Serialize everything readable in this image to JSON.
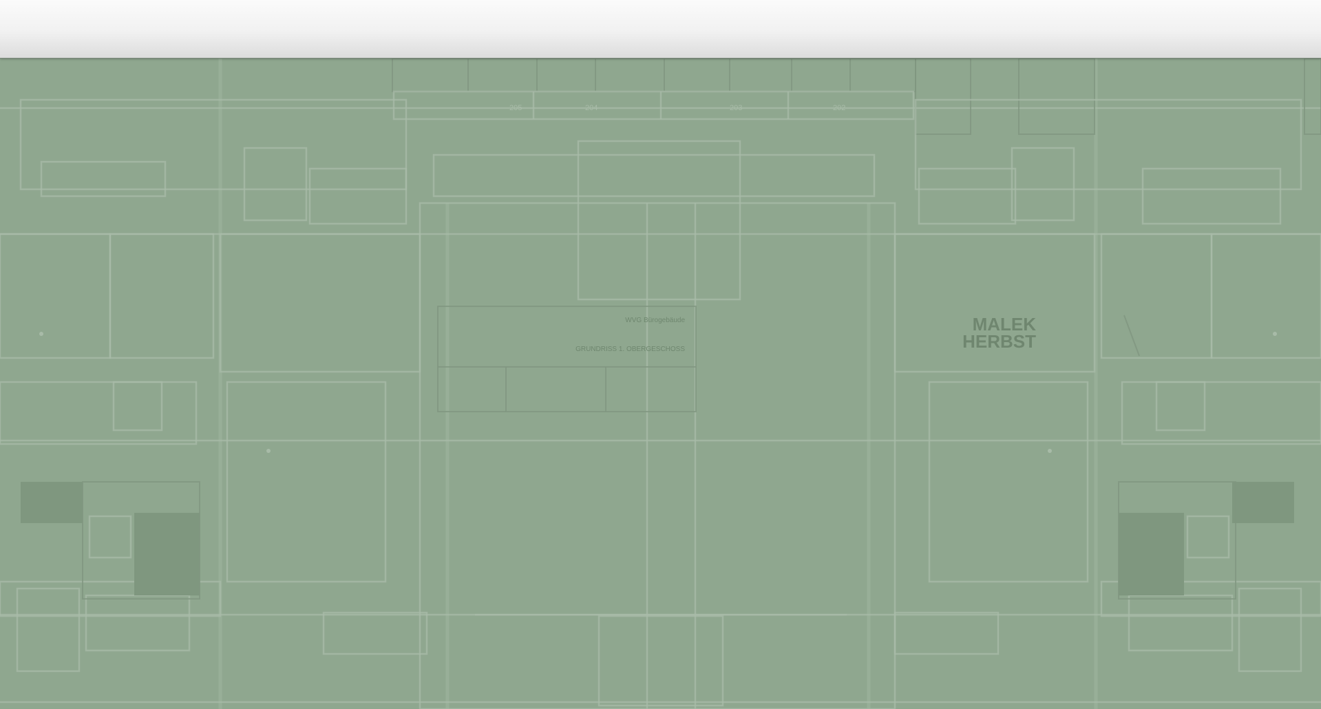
{
  "colors": {
    "background": "#8fa78f",
    "header_top": "#fbfbfb",
    "header_bottom": "#dcdcdc",
    "linework": "#a8bba8",
    "dark_linework": "#7f967f"
  },
  "drawing": {
    "unit_numbers": [
      "205",
      "204",
      "203",
      "202"
    ],
    "logo_line1": "MALEK",
    "logo_line2": "HERBST",
    "title_block": {
      "project": "WVG Bürogebäude",
      "subtitle": "GRUNDRISS 1. OBERGESCHOSS"
    }
  }
}
